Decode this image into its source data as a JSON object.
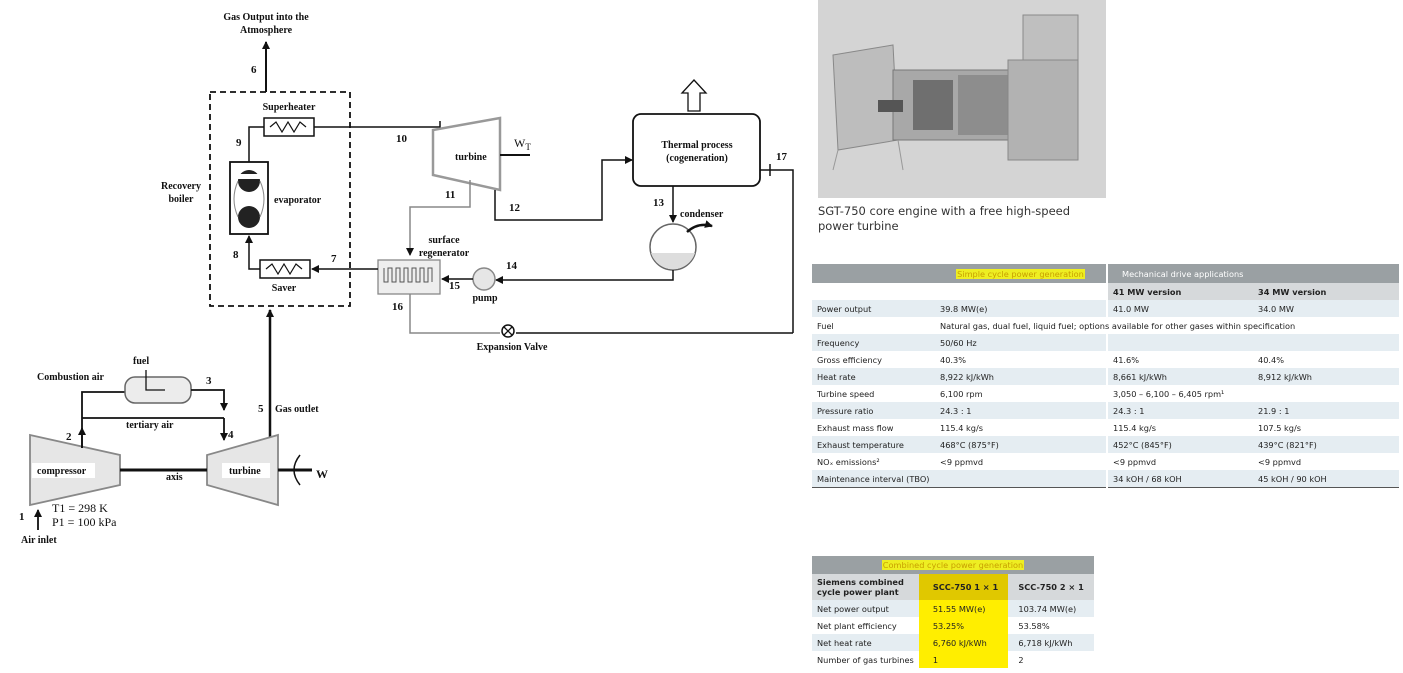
{
  "diagram": {
    "gas_output": [
      "Gas Output into the",
      "Atmosphere"
    ],
    "superheater": "Superheater",
    "recovery_boiler": [
      "Recovery",
      "boiler"
    ],
    "evaporator": "evaporator",
    "saver": "Saver",
    "turbine_steam": "turbine",
    "wt": "W",
    "wt_sub": "T",
    "thermal_process": [
      "Thermal process",
      "(cogeneration)"
    ],
    "condenser": "condenser",
    "surface_regenerator": [
      "surface",
      "regenerator"
    ],
    "pump": "pump",
    "expansion_valve": "Expansion Valve",
    "combustion_air": "Combustion air",
    "fuel": "fuel",
    "tertiary_air": "tertiary air",
    "gas_outlet": "Gas outlet",
    "compressor": "compressor",
    "turbine_gas": "turbine",
    "axis": "axis",
    "w": "W",
    "t1": "T1 = 298 K",
    "p1": "P1 = 100 kPa",
    "air_inlet": "Air inlet",
    "nodes": [
      "1",
      "2",
      "3",
      "4",
      "5",
      "6",
      "7",
      "8",
      "9",
      "10",
      "11",
      "12",
      "13",
      "14",
      "15",
      "16",
      "17"
    ]
  },
  "photo": {
    "caption": "SGT-750 core engine with a free high-speed power turbine"
  },
  "spec_table": {
    "group_headers": [
      "Simple cycle power generation",
      "Mechanical drive applications"
    ],
    "sub_headers": [
      "41 MW version",
      "34 MW version"
    ],
    "rows": [
      {
        "label": "Power output",
        "simple": "39.8 MW(e)",
        "v41": "41.0 MW",
        "v34": "34.0 MW"
      },
      {
        "label": "Fuel",
        "span": "Natural gas, dual fuel, liquid fuel; options available for other gases within specification"
      },
      {
        "label": "Frequency",
        "simple": "50/60 Hz",
        "v41": "",
        "v34": ""
      },
      {
        "label": "Gross efficiency",
        "simple": "40.3%",
        "v41": "41.6%",
        "v34": "40.4%"
      },
      {
        "label": "Heat rate",
        "simple": "8,922 kJ/kWh",
        "v41": "8,661 kJ/kWh",
        "v34": "8,912 kJ/kWh"
      },
      {
        "label": "Turbine speed",
        "simple": "6,100 rpm",
        "v41": "3,050 – 6,100 – 6,405 rpm¹",
        "v34": ""
      },
      {
        "label": "Pressure ratio",
        "simple": "24.3 : 1",
        "v41": "24.3 : 1",
        "v34": "21.9 : 1"
      },
      {
        "label": "Exhaust mass flow",
        "simple": "115.4 kg/s",
        "v41": "115.4 kg/s",
        "v34": "107.5 kg/s"
      },
      {
        "label": "Exhaust temperature",
        "simple": "468°C (875°F)",
        "v41": "452°C (845°F)",
        "v34": "439°C (821°F)"
      },
      {
        "label": "NOₓ emissions²",
        "simple": "<9 ppmvd",
        "v41": "<9 ppmvd",
        "v34": "<9 ppmvd"
      },
      {
        "label": "Maintenance interval (TBO)",
        "simple": "",
        "v41": "34 kOH / 68 kOH",
        "v34": "45 kOH / 90 kOH"
      }
    ]
  },
  "cc_table": {
    "group_header": "Combined cycle power generation",
    "sub_headers": [
      "Siemens combined cycle power plant",
      "SCC-750 1 × 1",
      "SCC-750 2 × 1"
    ],
    "rows": [
      {
        "label": "Net power output",
        "c1": "51.55 MW(e)",
        "c2": "103.74 MW(e)"
      },
      {
        "label": "Net plant efficiency",
        "c1": "53.25%",
        "c2": "53.58%"
      },
      {
        "label": "Net heat rate",
        "c1": "6,760 kJ/kWh",
        "c2": "6,718 kJ/kWh"
      },
      {
        "label": "Number of gas turbines",
        "c1": "1",
        "c2": "2"
      }
    ]
  },
  "colors": {
    "highlight": "#eeee22",
    "header_grey": "#9aa0a3",
    "stripe": "#e5edf2"
  }
}
